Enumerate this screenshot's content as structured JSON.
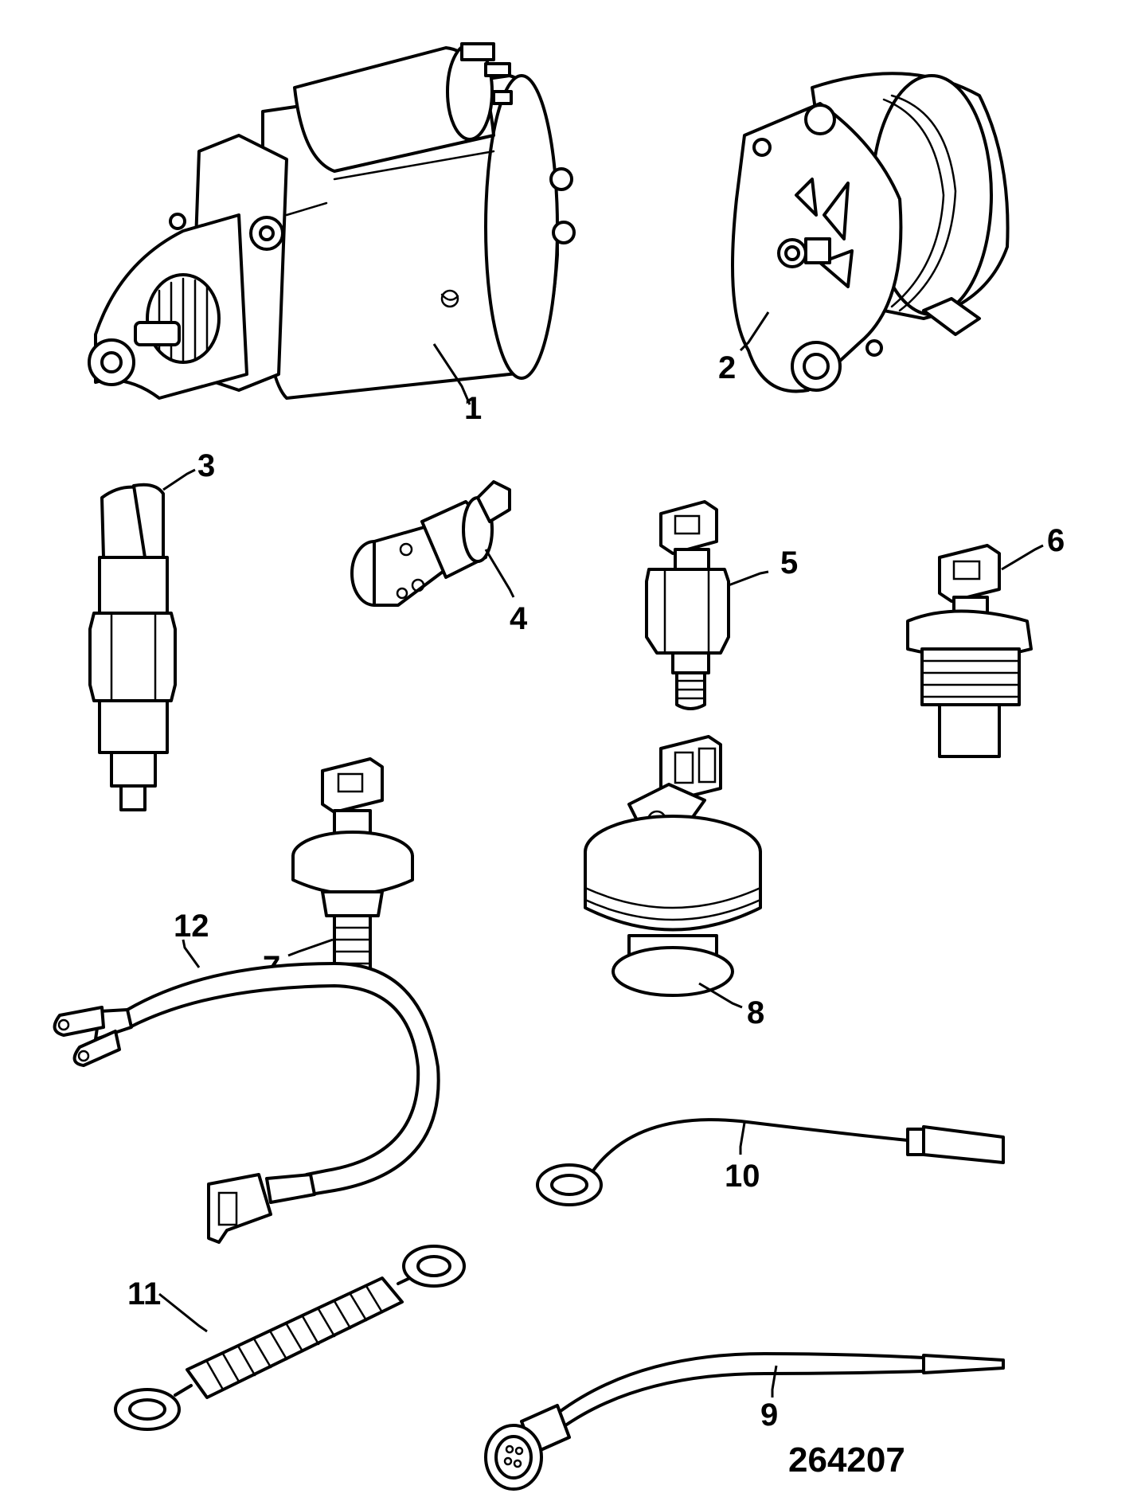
{
  "diagram": {
    "reference_number": "264207",
    "callouts": [
      {
        "id": "c1",
        "label": "1"
      },
      {
        "id": "c2",
        "label": "2"
      },
      {
        "id": "c3",
        "label": "3"
      },
      {
        "id": "c4",
        "label": "4"
      },
      {
        "id": "c5",
        "label": "5"
      },
      {
        "id": "c6",
        "label": "6"
      },
      {
        "id": "c7",
        "label": "7"
      },
      {
        "id": "c8",
        "label": "8"
      },
      {
        "id": "c9",
        "label": "9"
      },
      {
        "id": "c10",
        "label": "10"
      },
      {
        "id": "c11",
        "label": "11"
      },
      {
        "id": "c12",
        "label": "12"
      }
    ]
  }
}
